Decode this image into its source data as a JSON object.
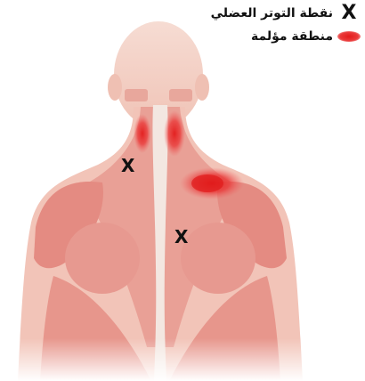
{
  "legend": {
    "trigger_point_symbol": "X",
    "trigger_point_label": "نقطة التوتر العضلي",
    "pain_area_label": "منطقة مؤلمة"
  },
  "markers": {
    "left_trigger_point": "X",
    "right_trigger_point": "X"
  },
  "colors": {
    "skin": "#f3c9bd",
    "muscle": "#e7958b",
    "spine": "#f2e6e0",
    "pain": "#e31b1b"
  }
}
